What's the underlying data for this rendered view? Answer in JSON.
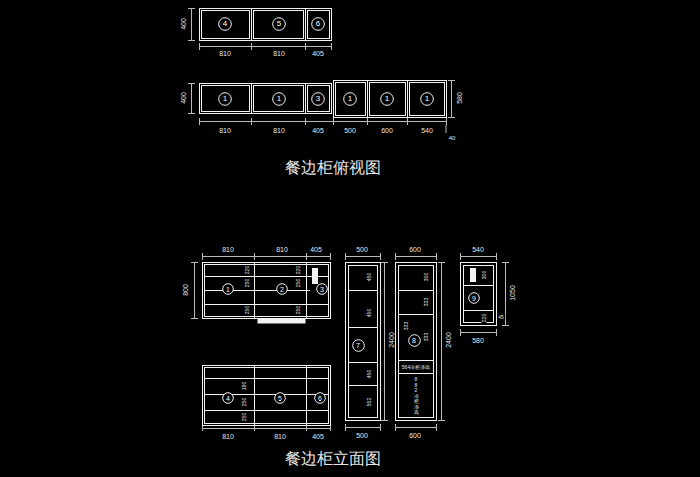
{
  "diagram": {
    "nodes": [
      {
        "text": [
          "4"
        ]
      },
      {
        "text": [
          "5"
        ]
      },
      {
        "text": [
          "6"
        ]
      },
      {
        "text": [
          "1"
        ]
      },
      {
        "text": [
          "1"
        ]
      },
      {
        "text": [
          "3"
        ]
      },
      {
        "text": [
          "1"
        ]
      },
      {
        "text": [
          "1"
        ]
      },
      {
        "text": [
          "1"
        ]
      },
      {
        "text": [
          "1"
        ]
      },
      {
        "text": [
          "2"
        ]
      },
      {
        "text": [
          "3"
        ]
      },
      {
        "text": [
          "7"
        ]
      },
      {
        "text": [
          "8"
        ]
      },
      {
        "text": [
          "9"
        ]
      },
      {
        "text": [
          "4"
        ]
      },
      {
        "text": [
          "5"
        ]
      },
      {
        "text": [
          "6"
        ]
      }
    ],
    "labels": [
      "400",
      "810",
      "810",
      "405",
      "400",
      "580",
      "810",
      "810",
      "405",
      "500",
      "600",
      "540",
      "40",
      "餐边柜俯视图",
      "810",
      "810",
      "405",
      "500",
      "600",
      "540",
      "800",
      "220",
      "250",
      "250",
      "220",
      "250",
      "250",
      "450",
      "450",
      "450",
      "552",
      "2400",
      "500",
      "300",
      "333",
      "333",
      "333",
      "564冷柜净高",
      "882冷柜净高",
      "2400",
      "600",
      "300",
      "220",
      "45",
      "1050",
      "580",
      "180",
      "250",
      "250",
      "810",
      "810",
      "405",
      "餐边柜立面图"
    ]
  }
}
